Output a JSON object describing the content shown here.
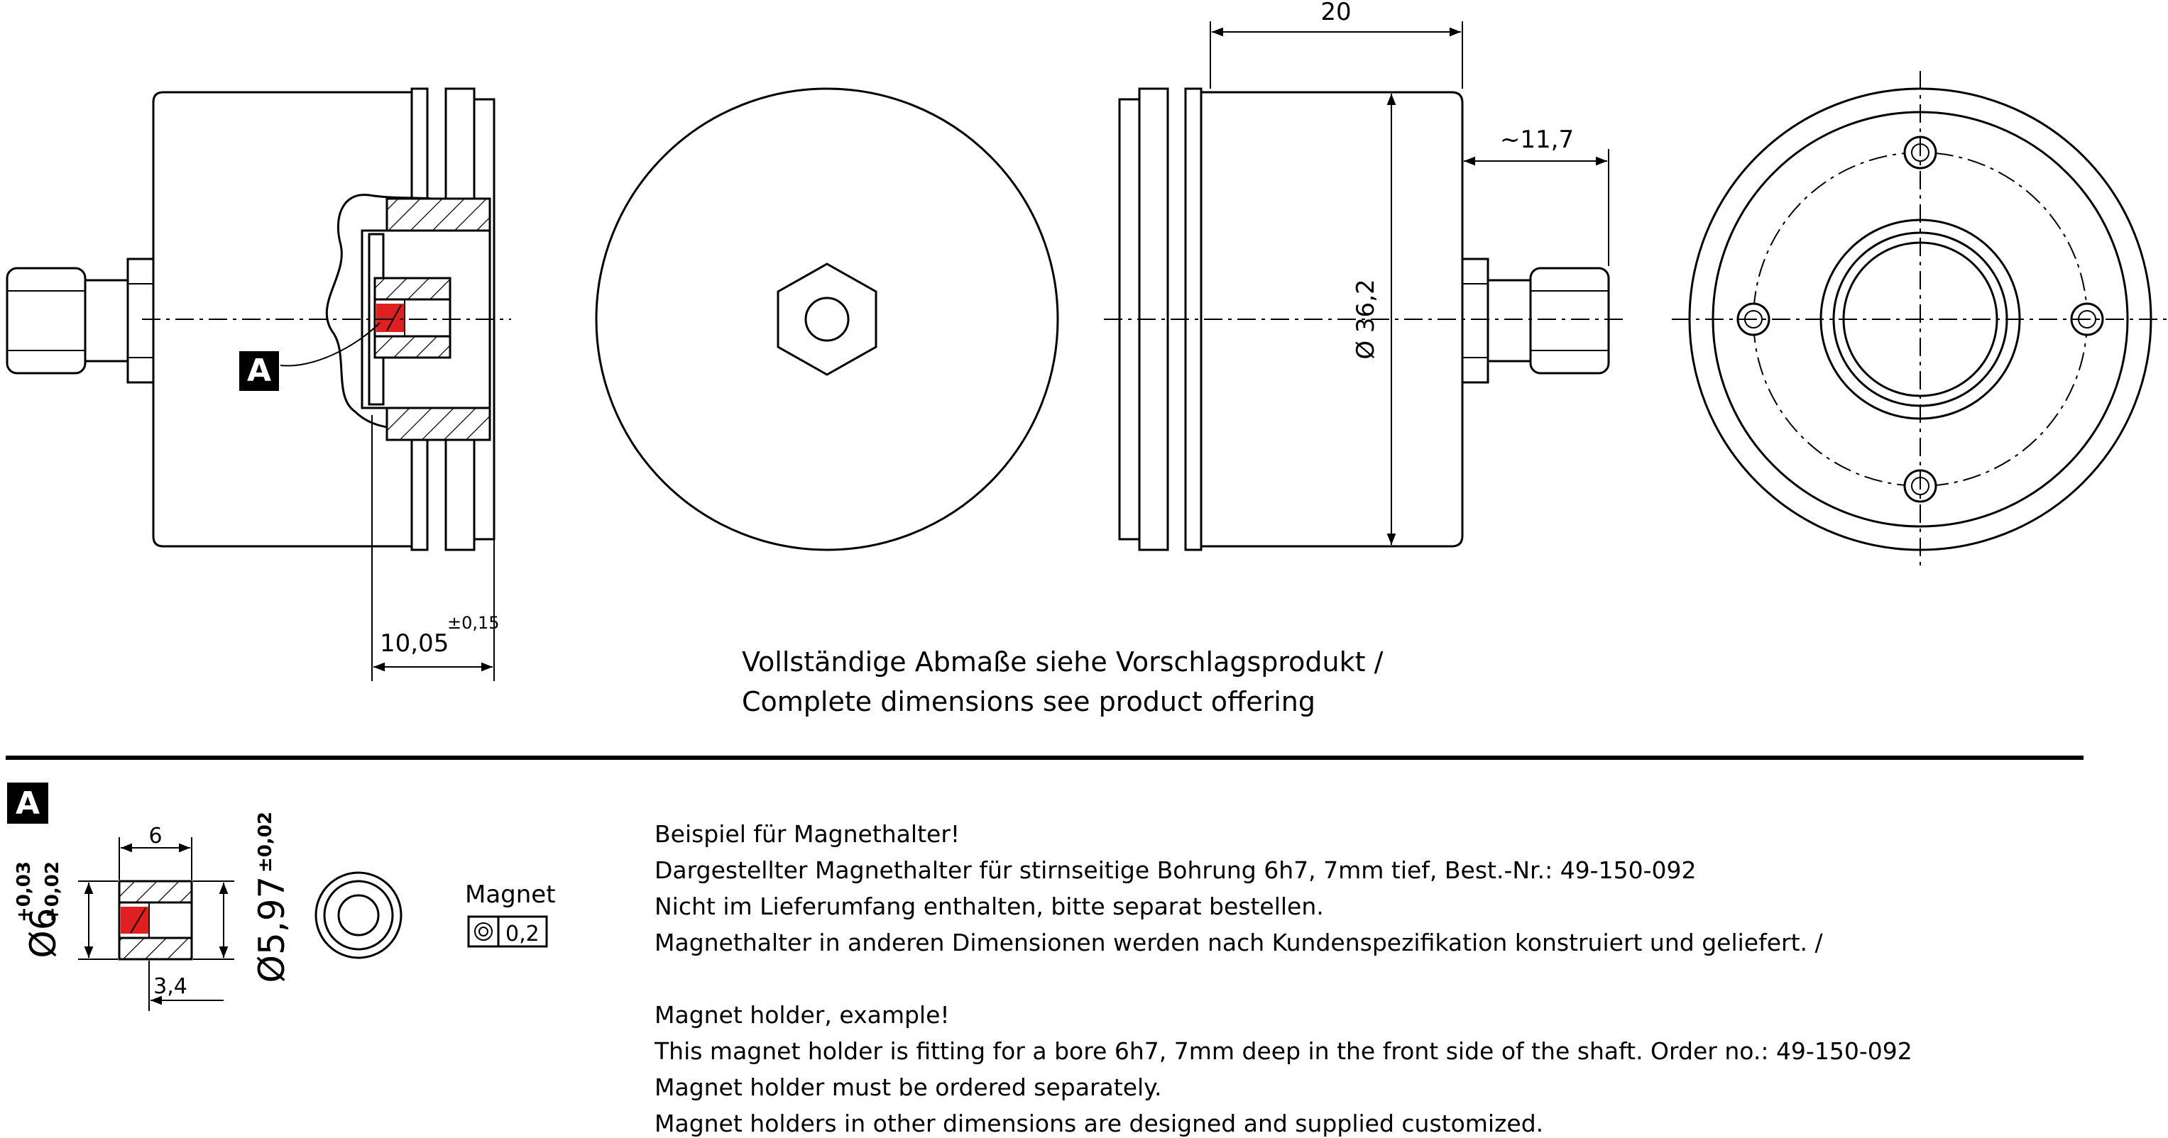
{
  "dimensions": {
    "width_20": "20",
    "cable_11_7": "~11,7",
    "diameter_36_2": "Ø 36,2",
    "depth_10_05": "10,05",
    "depth_tolerance": "±0,15",
    "detail_width_6": "6",
    "detail_width_3_4": "3,4",
    "detail_dia_6": "Ø6",
    "detail_dia_6_tol_upper": "+0,03",
    "detail_dia_6_tol_lower": "+0,02",
    "detail_dia_5_97": "Ø5,97",
    "detail_dia_5_97_tol": "±0,02"
  },
  "detail_marker": "A",
  "magnet_label": "Magnet",
  "magnet_tolerance": "0,2",
  "note": [
    "Vollständige Abmaße siehe Vorschlagsprodukt /",
    "Complete dimensions see product offering"
  ],
  "description_de": [
    "Beispiel für Magnethalter!",
    "Dargestellter Magnethalter für stirnseitige Bohrung 6h7, 7mm tief, Best.-Nr.: 49-150-092",
    "Nicht im Lieferumfang enthalten, bitte separat bestellen.",
    "Magnethalter in anderen Dimensionen werden nach Kundenspezifikation konstruiert und geliefert.  /"
  ],
  "description_en": [
    "Magnet holder, example!",
    "This magnet holder is fitting for a bore 6h7, 7mm deep in the front side of the shaft. Order no.: 49-150-092",
    "Magnet holder must be ordered separately.",
    "Magnet holders in other dimensions are designed and supplied customized."
  ],
  "colors": {
    "line": "#000000",
    "magnet": "#e02020",
    "background": "#ffffff"
  }
}
